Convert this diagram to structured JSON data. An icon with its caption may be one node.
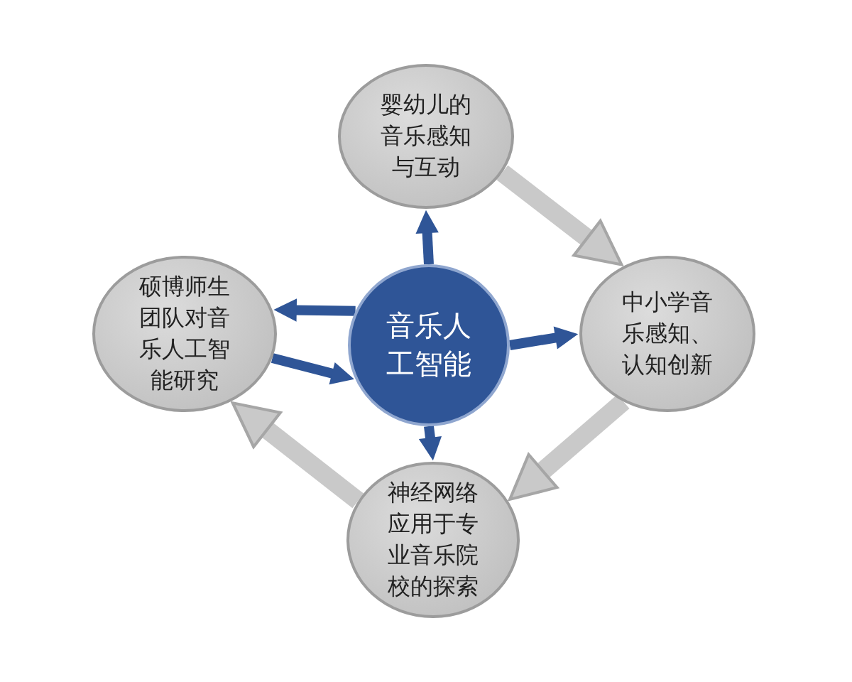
{
  "diagram": {
    "nodes": [
      {
        "text": [
          "音乐人工智能"
        ]
      },
      {
        "text": [
          "婴幼儿的音乐感知与互动"
        ]
      },
      {
        "text": [
          "中小学音乐感知、认知创新"
        ]
      },
      {
        "text": [
          "神经网络应用于专业音乐院校的探索"
        ]
      },
      {
        "text": [
          "硕博师生团队对音乐人工智能研究"
        ]
      }
    ],
    "edges": [
      {
        "from": 0,
        "to": 1,
        "arrow": "to"
      },
      {
        "from": 0,
        "to": 2,
        "arrow": "to"
      },
      {
        "from": 0,
        "to": 3,
        "arrow": "to"
      },
      {
        "from": 0,
        "to": 4,
        "arrow": "to"
      },
      {
        "from": 4,
        "to": 0,
        "arrow": "to"
      },
      {
        "from": 1,
        "to": 2,
        "arrow": "to",
        "style": "thick",
        "color": "#c9c9c9"
      },
      {
        "from": 2,
        "to": 3,
        "arrow": "to",
        "style": "thick",
        "color": "#c9c9c9"
      },
      {
        "from": 3,
        "to": 4,
        "arrow": "to",
        "style": "thick",
        "color": "#c9c9c9"
      }
    ]
  }
}
